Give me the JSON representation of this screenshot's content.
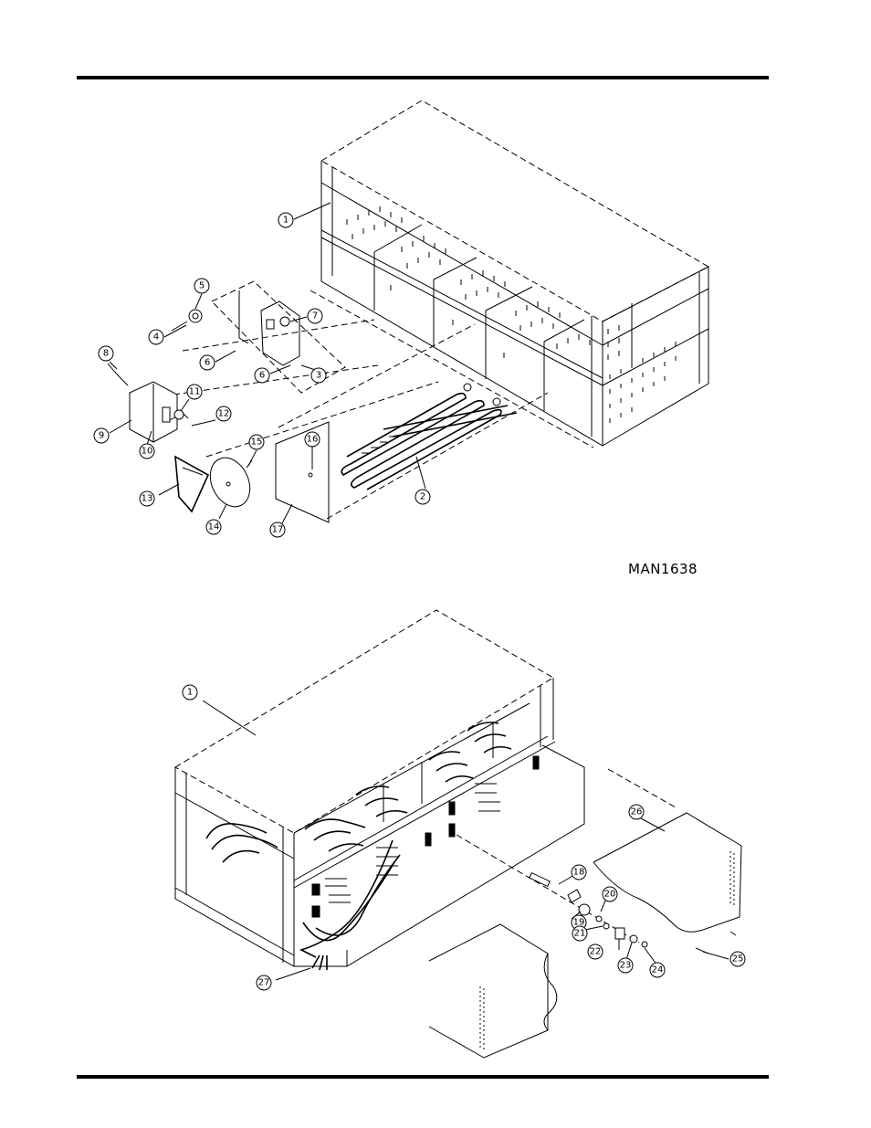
{
  "drawing_id": "MAN1638",
  "callouts_top": [
    {
      "id": "c1",
      "label": "1"
    },
    {
      "id": "c2",
      "label": "2"
    },
    {
      "id": "c3",
      "label": "3"
    },
    {
      "id": "c4",
      "label": "4"
    },
    {
      "id": "c5",
      "label": "5"
    },
    {
      "id": "c6a",
      "label": "6"
    },
    {
      "id": "c6b",
      "label": "6"
    },
    {
      "id": "c7",
      "label": "7"
    },
    {
      "id": "c8",
      "label": "8"
    },
    {
      "id": "c9",
      "label": "9"
    },
    {
      "id": "c10",
      "label": "10"
    },
    {
      "id": "c11",
      "label": "11"
    },
    {
      "id": "c12",
      "label": "12"
    },
    {
      "id": "c13",
      "label": "13"
    },
    {
      "id": "c14",
      "label": "14"
    },
    {
      "id": "c15",
      "label": "15"
    },
    {
      "id": "c16",
      "label": "16"
    },
    {
      "id": "c17",
      "label": "17"
    }
  ],
  "callouts_bottom": [
    {
      "id": "d1",
      "label": "1"
    },
    {
      "id": "d18",
      "label": "18"
    },
    {
      "id": "d19",
      "label": "19"
    },
    {
      "id": "d20",
      "label": "20"
    },
    {
      "id": "d21",
      "label": "21"
    },
    {
      "id": "d22",
      "label": "22"
    },
    {
      "id": "d23",
      "label": "23"
    },
    {
      "id": "d24",
      "label": "24"
    },
    {
      "id": "d25",
      "label": "25"
    },
    {
      "id": "d26",
      "label": "26"
    },
    {
      "id": "d27",
      "label": "27"
    }
  ]
}
